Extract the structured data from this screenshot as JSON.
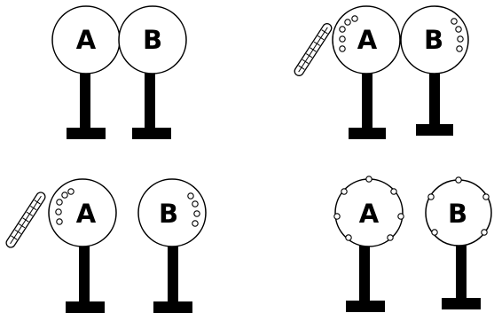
{
  "sphere_labels": {
    "a": "A",
    "b": "B"
  },
  "colors": {
    "stroke": "#000000",
    "fill": "#ffffff",
    "rod_fill": "#ffffff",
    "stand": "#000000"
  },
  "icons": {
    "charged_rod": "charged-rod-icon",
    "charge": "charge-circle-icon"
  },
  "panels": [
    {
      "name": "neutral-spheres-touching"
    },
    {
      "name": "rod-near-touching-spheres"
    },
    {
      "name": "spheres-separated-with-rod"
    },
    {
      "name": "spheres-separated-rod-removed"
    }
  ]
}
